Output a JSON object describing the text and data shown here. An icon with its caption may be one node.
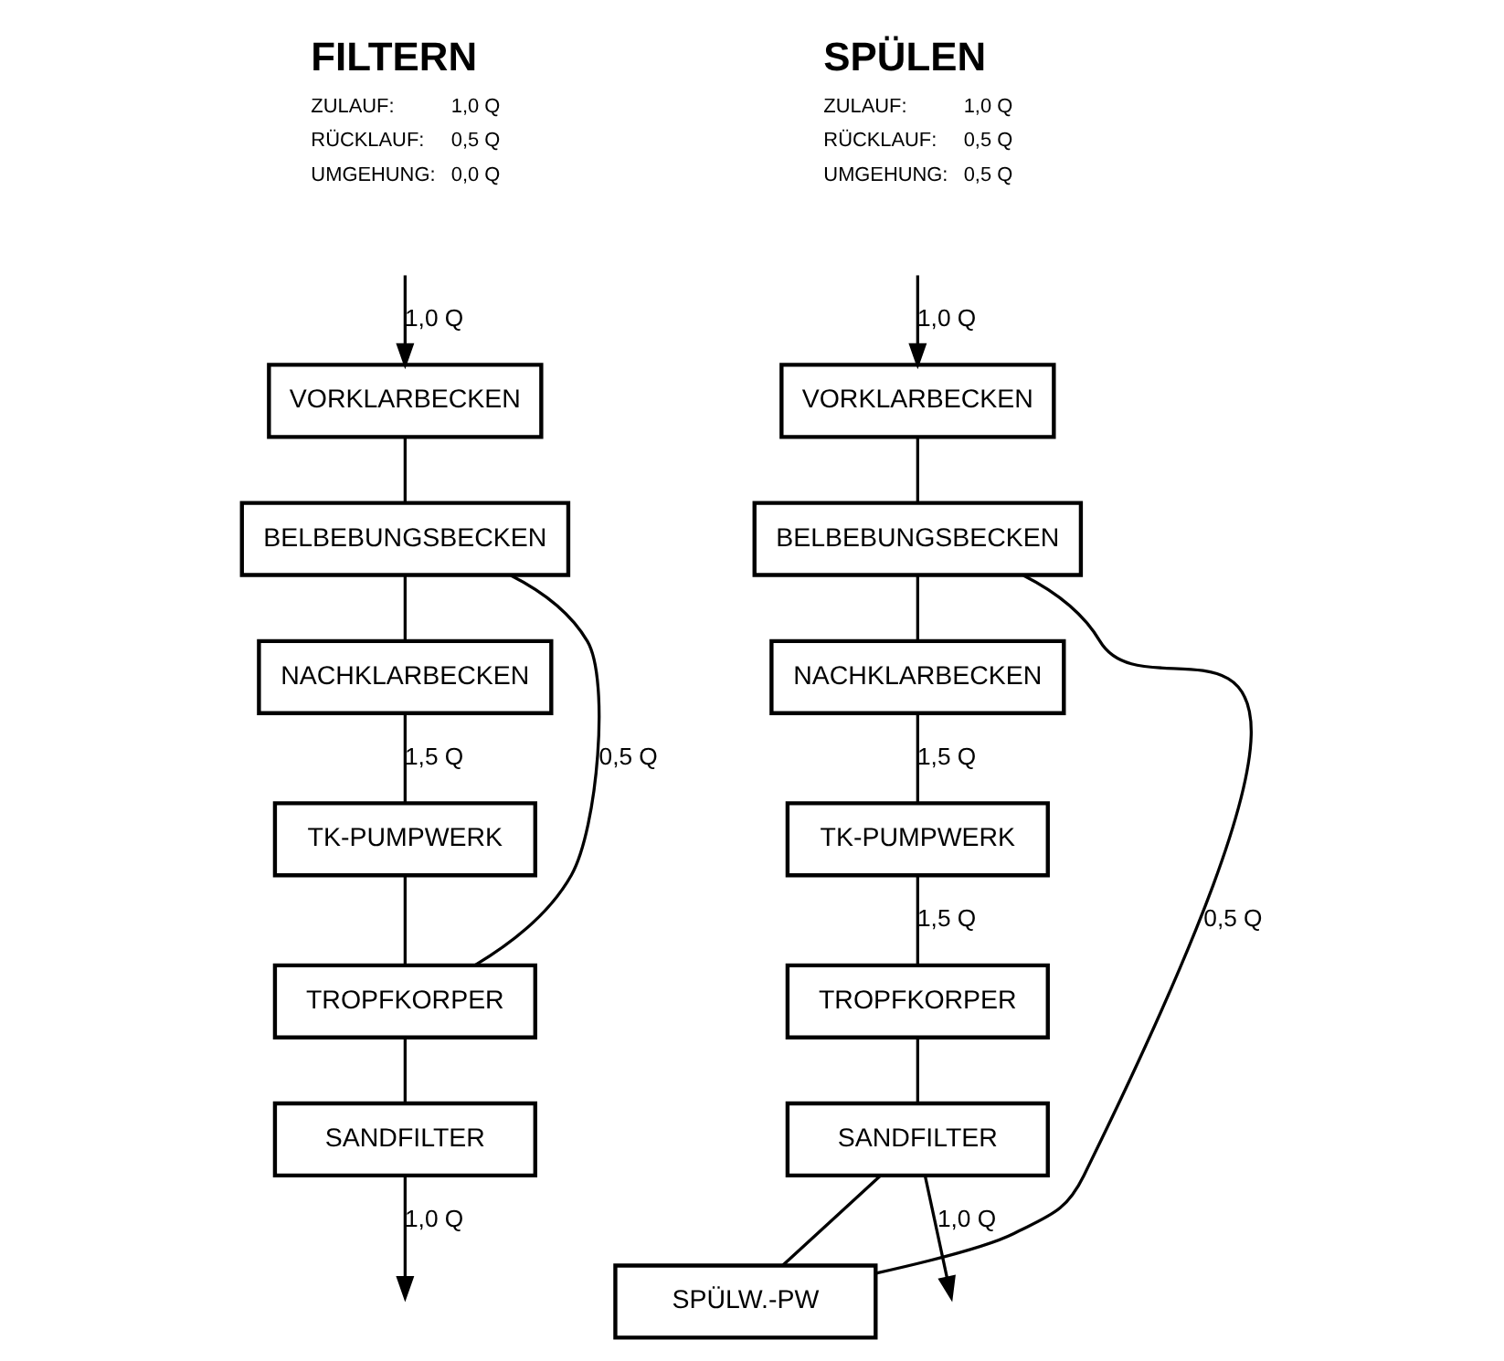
{
  "diagram": {
    "nodes": [
      {
        "text": [
          "VORKLARBECKEN"
        ]
      },
      {
        "text": [
          "BELBEBUNGSBECKEN"
        ]
      },
      {
        "text": [
          "NACHKLARBECKEN"
        ]
      },
      {
        "text": [
          "TK-PUMPWERK"
        ]
      },
      {
        "text": [
          "TROPFKORPER"
        ]
      },
      {
        "text": [
          "SANDFILTER"
        ]
      },
      {
        "text": [
          "VORKLARBECKEN"
        ]
      },
      {
        "text": [
          "BELBEBUNGSBECKEN"
        ]
      },
      {
        "text": [
          "NACHKLARBECKEN"
        ]
      },
      {
        "text": [
          "TK-PUMPWERK"
        ]
      },
      {
        "text": [
          "TROPFKORPER"
        ]
      },
      {
        "text": [
          "SANDFILTER"
        ]
      },
      {
        "text": [
          "SPÜLW.-PW"
        ]
      }
    ],
    "edges": [
      {
        "from": null,
        "to": 0,
        "arrow": "to",
        "label": "1,0 Q"
      },
      {
        "from": 0,
        "to": 1,
        "arrow": "none"
      },
      {
        "from": 1,
        "to": 2,
        "arrow": "none"
      },
      {
        "from": 2,
        "to": 3,
        "arrow": "none",
        "label": "1,5 Q"
      },
      {
        "from": 3,
        "to": 4,
        "arrow": "none"
      },
      {
        "from": 4,
        "to": 1,
        "arrow": "none",
        "label": "0,5 Q"
      },
      {
        "from": 4,
        "to": 5,
        "arrow": "none"
      },
      {
        "from": 5,
        "to": null,
        "arrow": "to",
        "label": "1,0 Q"
      },
      {
        "from": null,
        "to": 6,
        "arrow": "to",
        "label": "1,0 Q"
      },
      {
        "from": 6,
        "to": 7,
        "arrow": "none"
      },
      {
        "from": 7,
        "to": 8,
        "arrow": "none"
      },
      {
        "from": 8,
        "to": 9,
        "arrow": "none",
        "label": "1,5 Q"
      },
      {
        "from": 9,
        "to": 10,
        "arrow": "none",
        "label": "1,5 Q"
      },
      {
        "from": 10,
        "to": 11,
        "arrow": "none"
      },
      {
        "from": 11,
        "to": 12,
        "arrow": "none"
      },
      {
        "from": 12,
        "to": 7,
        "arrow": "none",
        "label": "0,5 Q"
      },
      {
        "from": 11,
        "to": null,
        "arrow": "to",
        "label": "1,0 Q"
      }
    ],
    "labels": [
      "FILTERN",
      "ZULAUF:",
      "1,0 Q",
      "RÜCKLAUF:",
      "0,5 Q",
      "UMGEHUNG:",
      "0,0 Q",
      "SPÜLEN",
      "ZULAUF:",
      "1,0 Q",
      "RÜCKLAUF:",
      "0,5 Q",
      "UMGEHUNG:",
      "0,5 Q"
    ]
  }
}
